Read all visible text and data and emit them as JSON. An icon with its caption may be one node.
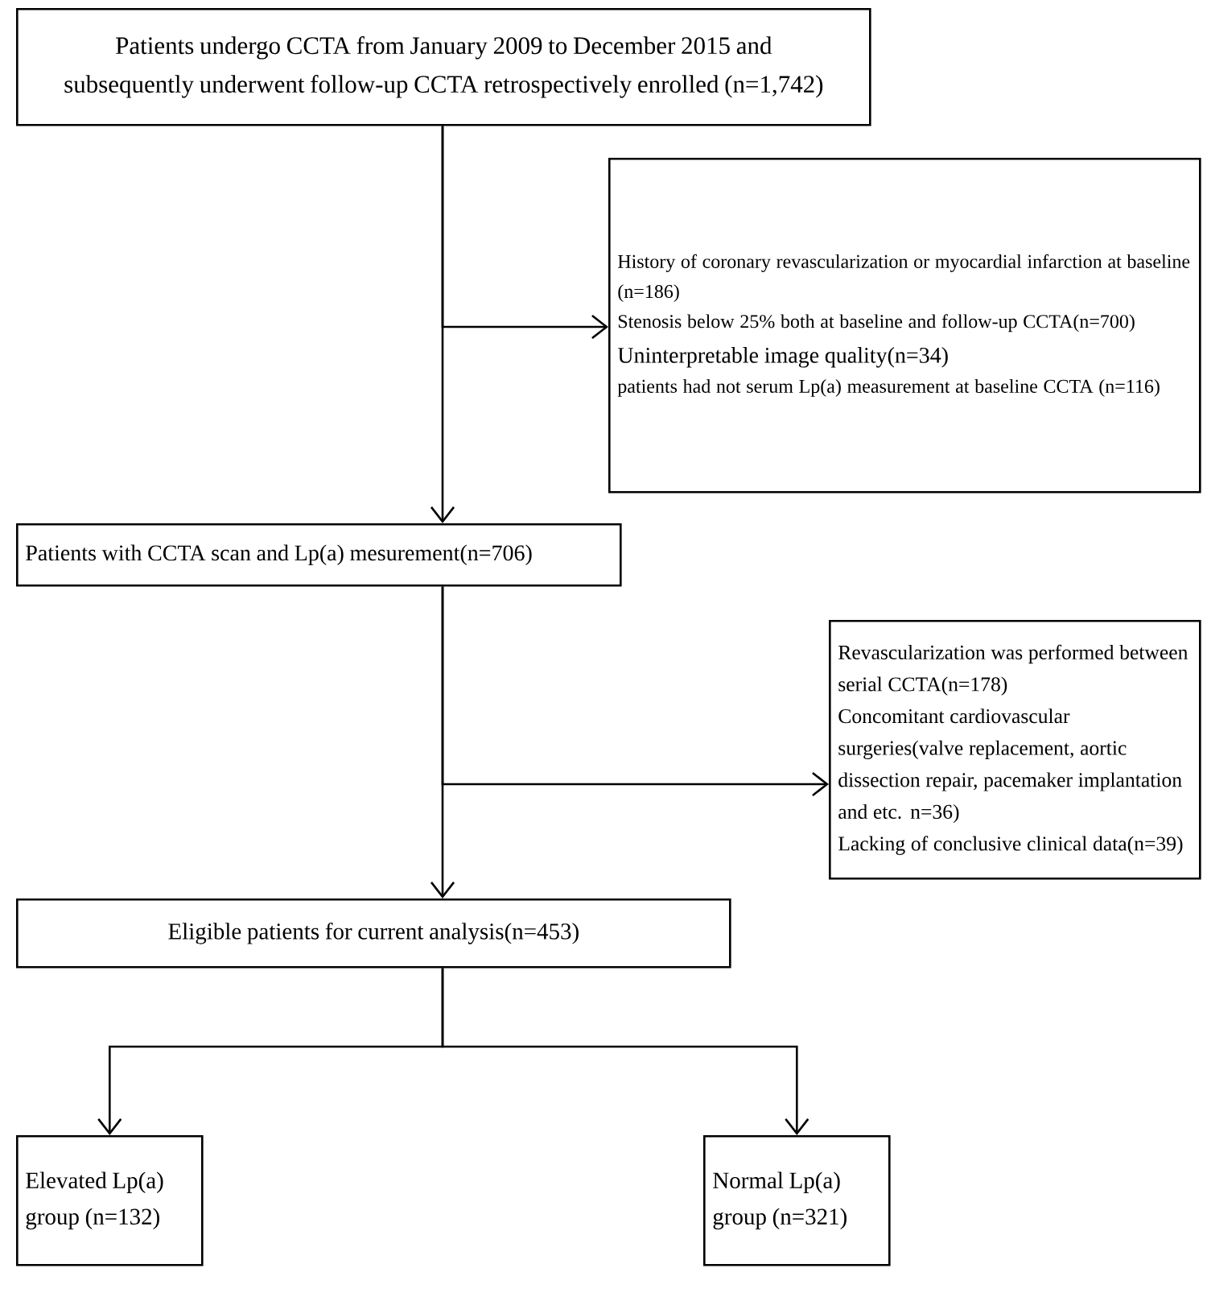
{
  "diagram": {
    "nodes": [
      {
        "text": [
          "Patients undergo CCTA from January 2009 to December 2015 and subsequently underwent follow-up CCTA retrospectively enrolled (n=1,742)"
        ]
      },
      {
        "text": [
          "History of coronary revascularization or myocardial infarction at baseline (n=186)",
          "Stenosis below 25% both at baseline and follow-up CCTA(n=700)",
          "Uninterpretable image quality(n=34)",
          "patients had not serum Lp(a) measurement at baseline CCTA (n=116)"
        ]
      },
      {
        "text": [
          "Patients with CCTA scan and Lp(a) mesurement(n=706)"
        ]
      },
      {
        "text": [
          "Revascularization was performed between serial CCTA(n=178)",
          "Concomitant cardiovascular surgeries(valve replacement, aortic dissection repair, pacemaker implantation and etc. n=36)",
          "Lacking of conclusive clinical data(n=39)"
        ]
      },
      {
        "text": [
          "Eligible patients for current analysis(n=453)"
        ]
      },
      {
        "text": [
          "Elevated Lp(a) group (n=132)"
        ]
      },
      {
        "text": [
          "Normal Lp(a) group (n=321)"
        ]
      }
    ],
    "edges": [
      {
        "from": 0,
        "to": 2,
        "arrow": "to"
      },
      {
        "from": 0,
        "to": 1,
        "arrow": "to"
      },
      {
        "from": 2,
        "to": 4,
        "arrow": "to"
      },
      {
        "from": 2,
        "to": 3,
        "arrow": "to"
      },
      {
        "from": 4,
        "to": 5,
        "arrow": "to"
      },
      {
        "from": 4,
        "to": 6,
        "arrow": "to"
      }
    ]
  }
}
